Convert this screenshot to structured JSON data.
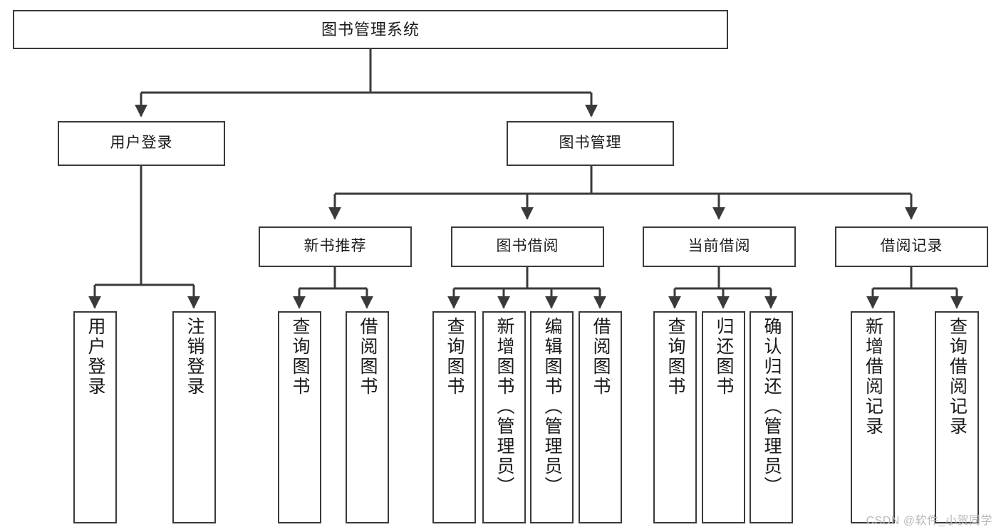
{
  "diagram": {
    "title": "图书管理系统",
    "type": "tree",
    "root": {
      "id": "root",
      "label": "图书管理系统"
    },
    "level2": [
      {
        "id": "user-login",
        "label": "用户登录"
      },
      {
        "id": "book-management",
        "label": "图书管理"
      }
    ],
    "level3": [
      {
        "id": "new-book-recommend",
        "label": "新书推荐"
      },
      {
        "id": "book-borrow",
        "label": "图书借阅"
      },
      {
        "id": "current-borrow",
        "label": "当前借阅"
      },
      {
        "id": "borrow-record",
        "label": "借阅记录"
      }
    ],
    "leaves": [
      {
        "id": "leaf-user-login",
        "label": "用户登录",
        "parent": "user-login"
      },
      {
        "id": "leaf-logout",
        "label": "注销登录",
        "parent": "user-login"
      },
      {
        "id": "leaf-query-book-1",
        "label": "查询图书",
        "parent": "new-book-recommend"
      },
      {
        "id": "leaf-borrow-book-1",
        "label": "借阅图书",
        "parent": "new-book-recommend"
      },
      {
        "id": "leaf-query-book-2",
        "label": "查询图书",
        "parent": "book-borrow"
      },
      {
        "id": "leaf-add-book",
        "label": "新增图书（管理员）",
        "parent": "book-borrow"
      },
      {
        "id": "leaf-edit-book",
        "label": "编辑图书（管理员）",
        "parent": "book-borrow"
      },
      {
        "id": "leaf-borrow-book-2",
        "label": "借阅图书",
        "parent": "book-borrow"
      },
      {
        "id": "leaf-query-book-3",
        "label": "查询图书",
        "parent": "current-borrow"
      },
      {
        "id": "leaf-return-book",
        "label": "归还图书",
        "parent": "current-borrow"
      },
      {
        "id": "leaf-confirm-return",
        "label": "确认归还（管理员）",
        "parent": "current-borrow"
      },
      {
        "id": "leaf-add-record",
        "label": "新增借阅记录",
        "parent": "borrow-record"
      },
      {
        "id": "leaf-query-record",
        "label": "查询借阅记录",
        "parent": "borrow-record"
      }
    ]
  },
  "watermark": {
    "text": "CSDN @软件_小贺同学"
  },
  "colors": {
    "stroke": "#3a3a3a",
    "box_fill": "#ffffff",
    "text": "#1a1a1a",
    "watermark": "#b9b9b9",
    "background": "#ffffff"
  }
}
